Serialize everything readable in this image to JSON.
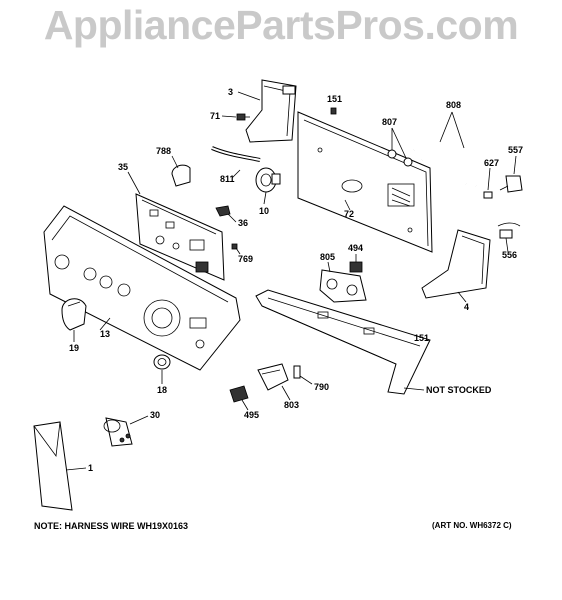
{
  "watermark": "AppliancePartsPros.com",
  "notes": {
    "harness": "NOTE: HARNESS WIRE WH19X0163",
    "art_no": "(ART NO. WH6372 C)"
  },
  "labels": {
    "l3": "3",
    "l71": "71",
    "l151a": "151",
    "l807": "807",
    "l808": "808",
    "l788": "788",
    "l811": "811",
    "l10": "10",
    "l72": "72",
    "l627": "627",
    "l557": "557",
    "l35": "35",
    "l36": "36",
    "l769": "769",
    "l494": "494",
    "l805": "805",
    "l556": "556",
    "l4": "4",
    "l13": "13",
    "l19": "19",
    "l151b": "151",
    "l790": "790",
    "l18": "18",
    "l803": "803",
    "l495": "495",
    "not_stocked": "NOT STOCKED",
    "l30": "30",
    "l1": "1"
  }
}
